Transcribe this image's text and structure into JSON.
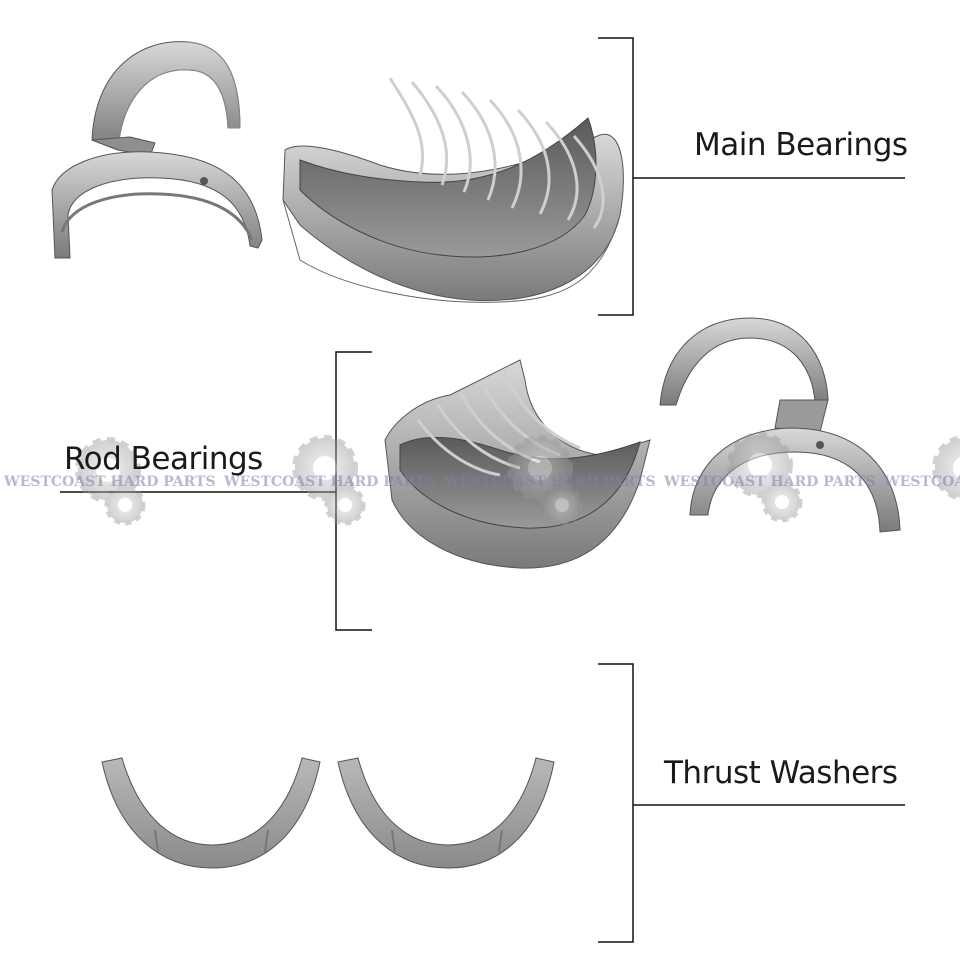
{
  "labels": {
    "main_bearings": "Main Bearings",
    "rod_bearings": "Rod Bearings",
    "thrust_washers": "Thrust Washers"
  },
  "watermark": {
    "text": "WESTCOAST HARD PARTS",
    "repeat_count": 5,
    "color": "#7882aa"
  },
  "colors": {
    "metal_light": "#c9c9c9",
    "metal_dark": "#6d6d6d",
    "line": "#111111"
  }
}
